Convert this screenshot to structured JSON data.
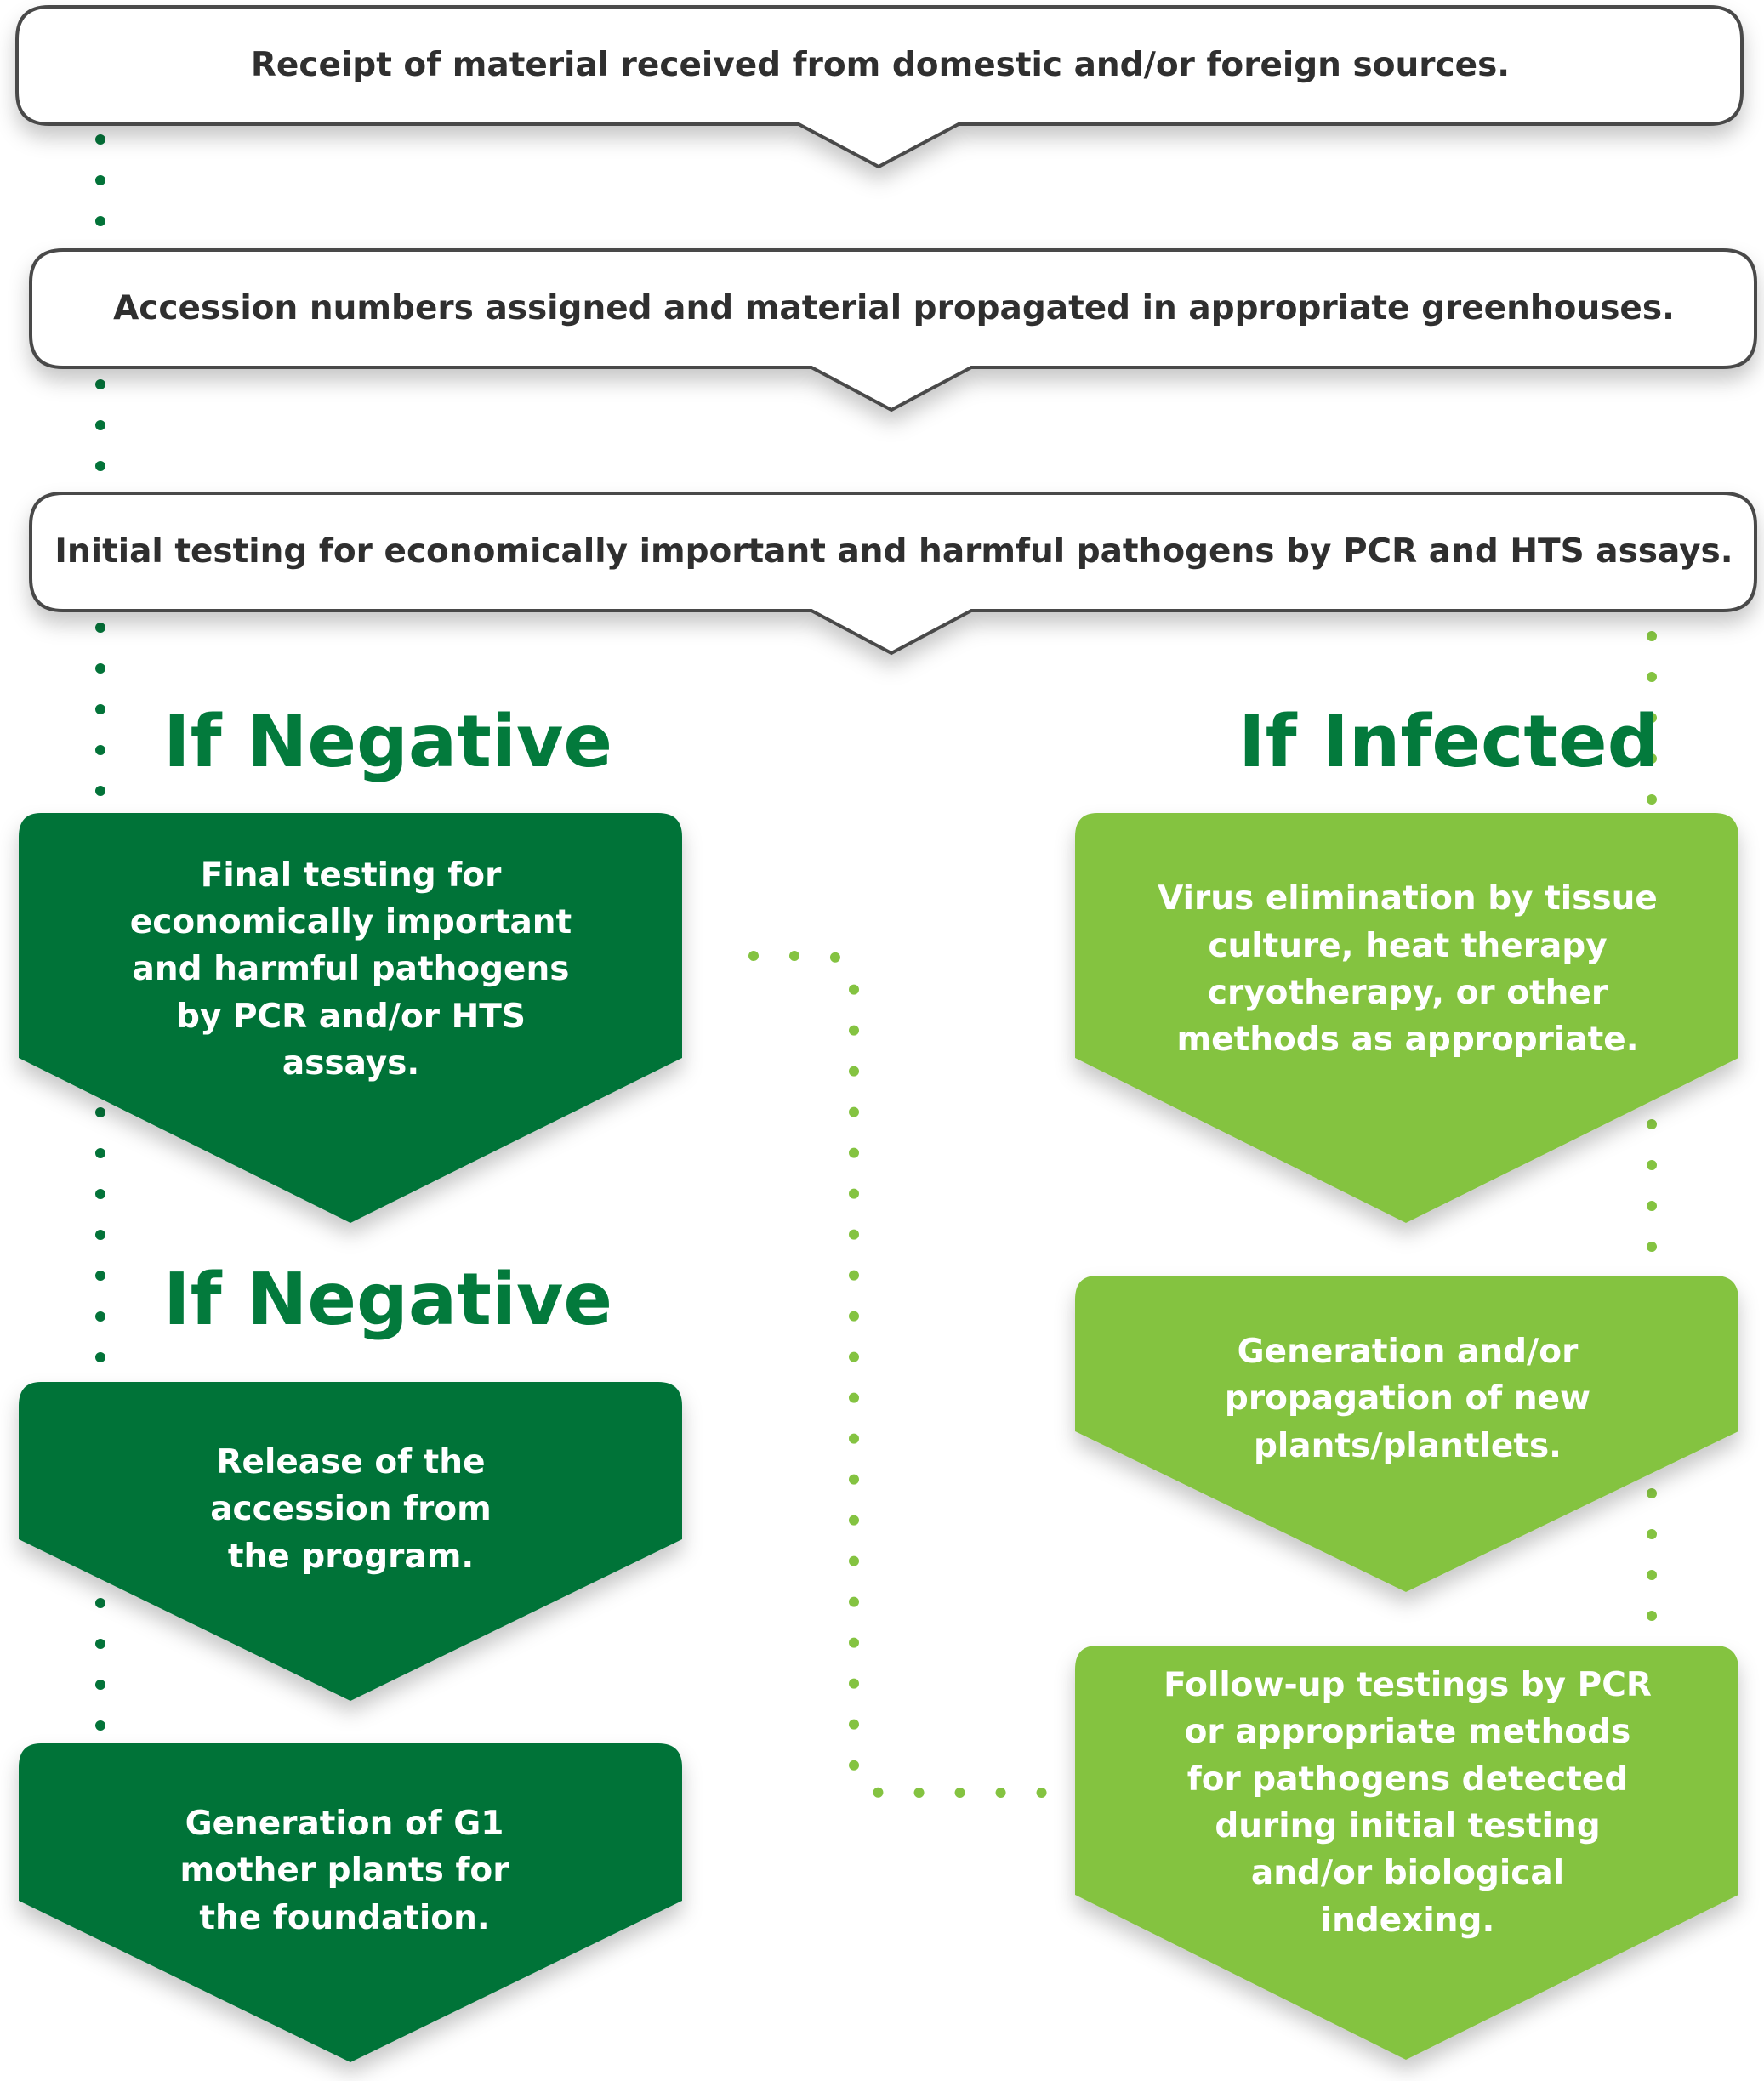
{
  "steps": {
    "receipt": "Receipt of material received from domestic and/or foreign sources.",
    "accession": "Accession numbers assigned and material propagated in appropriate greenhouses.",
    "initial_testing": "Initial testing for economically important and harmful pathogens by PCR and HTS assays."
  },
  "negative_branch": {
    "heading_1": "If Negative",
    "final_testing": "Final testing for economically important and harmful pathogens by PCR and/or HTS assays.",
    "heading_2": "If Negative",
    "release": "Release of the accession from the program.",
    "generation_g1": "Generation of G1 mother plants for the foundation."
  },
  "infected_branch": {
    "heading": "If Infected",
    "virus_elimination": "Virus elimination by tissue culture, heat therapy cryotherapy, or other methods as appropriate.",
    "generation_new": "Generation and/or propagation of new plants/plantlets.",
    "follow_up": "Follow-up testings by PCR or appropriate methods for pathogens detected during initial testing and/or biological indexing."
  },
  "colors": {
    "dark_green": "#037339",
    "light_green": "#84c341",
    "heading_green": "#037a3c",
    "top_box_stroke": "#4a4a4a",
    "text_dark": "#2f2f2f"
  }
}
